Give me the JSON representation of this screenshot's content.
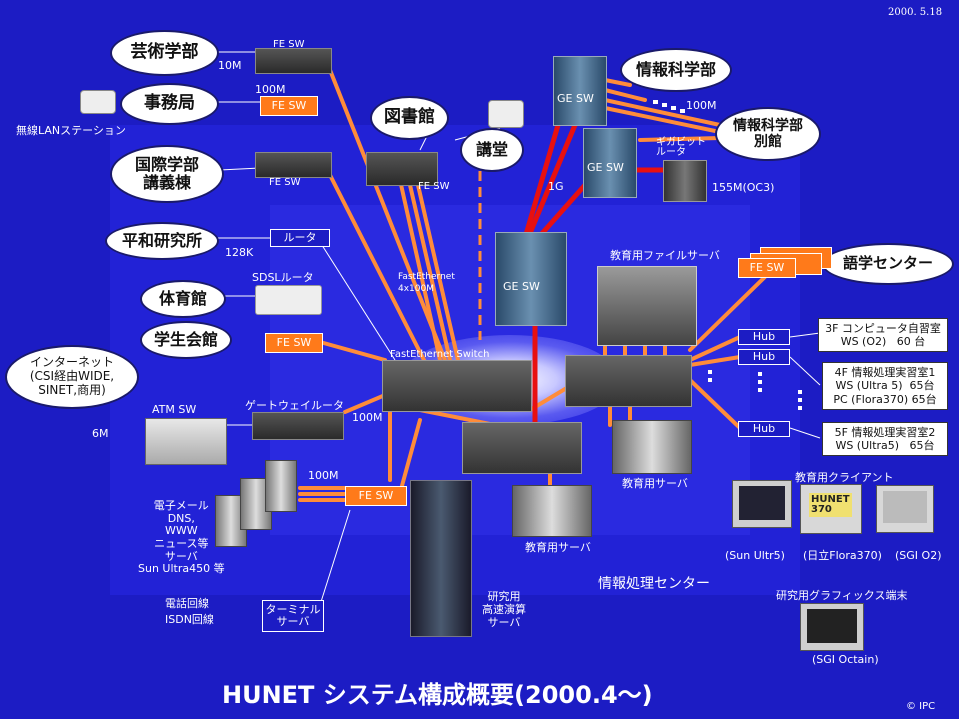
{
  "date": "2000. 5.18",
  "title": "HUNET システム構成概要(2000.4〜)",
  "copyright": "© IPC",
  "sites": {
    "geijutsu": "芸術学部",
    "jimukyoku": "事務局",
    "kokusai": "国際学部\n講義棟",
    "heiwa": "平和研究所",
    "taiikukan": "体育館",
    "gakuseikaikan": "学生会館",
    "internet": "インターネット\n(CSI経由WIDE,\nSINET,商用)",
    "toshokan": "図書館",
    "kodo": "講堂",
    "johokagaku": "情報科学部",
    "johokagaku_bekkan": "情報科学部\n別館",
    "gogaku": "語学センター"
  },
  "devices": {
    "fe_sw": "FE SW",
    "ge_sw": "GE SW",
    "router": "ルータ",
    "sdsl_router": "SDSLルータ",
    "atm_sw": "ATM SW",
    "gateway_router": "ゲートウェイルータ",
    "gigabit_router": "ギガビット\nルータ",
    "fastethernet_switch": "FastEthernet Switch",
    "fastethernet_trunk": "FastEthernet\n4x100M",
    "hub": "Hub",
    "file_server": "教育用ファイルサーバ",
    "edu_server": "教育用サーバ",
    "mail_servers": "電子メール\nDNS,\nWWW\nニュース等\nサーバ\nSun Ultra450 等",
    "research_compute": "研究用\n高速演算\nサーバ",
    "terminal_server": "ターミナル\nサーバ",
    "wireless_lan": "無線LANステーション",
    "edu_client": "教育用クライアント",
    "graphics_terminal": "研究用グラフィックス端末",
    "sun": "(Sun Ultr5)",
    "hitachi": "(日立Flora370)",
    "sgi_o2": "(SGI O2)",
    "sgi_octain": "(SGI Octain)",
    "screen_text": "HUNET\n370"
  },
  "rooms": {
    "room_3f": "3F コンピュータ自習室\nWS (O2)   60 台",
    "room_4f": "4F 情報処理実習室1\nWS (Ultra 5)  65台\nPC (Flora370) 65台",
    "room_5f": "5F 情報処理実習室2\nWS (Ultra5)   65台"
  },
  "speeds": {
    "s10m": "10M",
    "s100m_a": "100M",
    "s100m_b": "100M",
    "s100m_c": "100M",
    "s100m_d": "100M",
    "s128k": "128K",
    "s6m": "6M",
    "s1g": "1G",
    "s155m": "155M(OC3)"
  },
  "lines": {
    "phone": "電話回線",
    "isdn": "ISDN回線"
  },
  "center": "情報処理センター",
  "colors": {
    "background": "#1c1cc4",
    "fast_ethernet": "#ff8c3a",
    "gigabit": "#e81010",
    "inner_panel": "#2424d8"
  }
}
